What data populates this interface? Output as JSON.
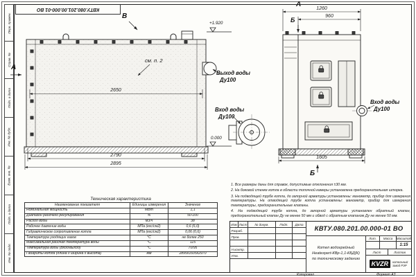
{
  "sheet": {
    "doc_number_top": "КВТУ.080.201.00.000-01 ВО",
    "format_label": "Формат А3",
    "copied_label": "Копировал"
  },
  "margin_labels": [
    "Перв. примен.",
    "Справ. №",
    "Подп. и дата",
    "Инв. № дубл.",
    "Взам. инв. №",
    "Подп. и дата",
    "Инв. № подл."
  ],
  "drawing": {
    "view_a_left": "А",
    "view_b_top": "В",
    "view_a_side_top": "А",
    "view_b_marker_top": "Б",
    "view_b_marker_bottom": "Б",
    "see_note": "см. п. 2",
    "elevation_top": "+1.920",
    "elevation_zero": "0.000",
    "outlet_line1": "Выход воды",
    "outlet_line2": "Ду100",
    "inlet_front_line1": "Вход воды",
    "inlet_front_line2": "Ду100",
    "inlet_side_line1": "Вход воды",
    "inlet_side_line2": "Ду100",
    "dim_front_inner": "2650",
    "dim_front_mid": "2790",
    "dim_front_outer": "2895",
    "dim_side_top": "1260",
    "dim_side_top2": "960",
    "dim_side_bottom": "1605"
  },
  "notes": {
    "items": [
      "1.  Все размеры даны для справок, допустимые отклонения ±30 мм.",
      "2.  На боковой стенке котла в области топочной камеры установлена предохранительная шторка.",
      "3.  На подводящей трубе котла, до запорной арматуры установлены: манометр, прибор для измерения температуры. На отводящей трубе котла установлены: манометр, прибор для измерения температуры, предохранительные клапаны.",
      "4.  На подводящей трубе котла, до запорной арматуры установлен обратный клапан, предохранительный клапан Ду не менее 50 мм и обвод с обратным клапаном Ду не менее 50 мм."
    ]
  },
  "tech_table": {
    "title": "Техническая характеристика",
    "headers": [
      "Наименование показателя",
      "Единицы измерения",
      "Значение"
    ],
    "rows": [
      [
        "Номинальная мощность",
        "МВт",
        "1,1"
      ],
      [
        "Диапазон рабочего регулирования",
        "%",
        "50-100"
      ],
      [
        "Расход воды",
        "м3/ч",
        "38"
      ],
      [
        "Рабочее давление воды",
        "МПа (кгс/см2)",
        "0,6 (6,0)"
      ],
      [
        "Гидравлическое сопротивление котла",
        "МПа (кгс/см2)",
        "0,06 (0,6)"
      ],
      [
        "Температура уходящих газов",
        "°С",
        "не более 250"
      ],
      [
        "Максимальная рабочая температура воды",
        "°С",
        "115"
      ],
      [
        "Температура воды (Вход/выход)",
        "°С",
        "70/95"
      ],
      [
        "Габариты котла (длина х ширина х высота)",
        "мм",
        "2895х1605х2970"
      ]
    ]
  },
  "title_block": {
    "doc_number": "КВТУ.080.201.00.000-01  ВО",
    "title_line1": "Котел водогрейный",
    "title_line2": "Heatexpert-КВр-1,1-КБД(К)",
    "title_line3": "по техническому заданию",
    "header_cells": [
      "Изм",
      "Лист",
      "№ докум.",
      "Подп.",
      "Дата"
    ],
    "row_labels": [
      "Разраб.",
      "Пров.",
      "Н.контр.",
      "Утв."
    ],
    "lit_label": "Лит.",
    "mass_label": "Масса",
    "scale_label": "Масштаб",
    "scale_value": "1:15",
    "sheet_label": "Лист",
    "sheets_label": "Листов",
    "logo_text": "KVZR",
    "logo_sub1": "котельный",
    "logo_sub2": "завод РЭР"
  }
}
